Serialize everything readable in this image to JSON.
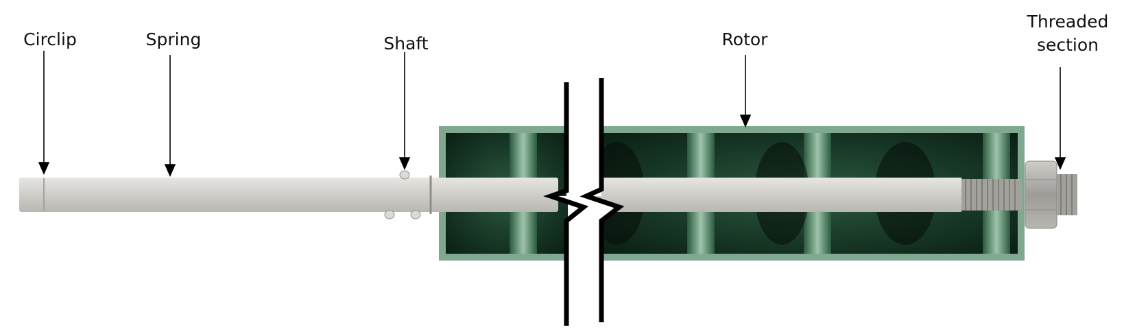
{
  "diagram": {
    "labels": {
      "circlip": "Circlip",
      "spring": "Spring",
      "shaft": "Shaft",
      "rotor": "Rotor",
      "threaded_line1": "Threaded",
      "threaded_line2": "section"
    },
    "colors": {
      "rotor_frame": "#7fa88e",
      "rotor_cavity": "#0f2a1c",
      "rotor_rib": "#2f6b4a",
      "shaft": "#cfcdc8",
      "nut": "#a9a7a3",
      "arrow": "#000000",
      "break_line": "#000000"
    }
  }
}
